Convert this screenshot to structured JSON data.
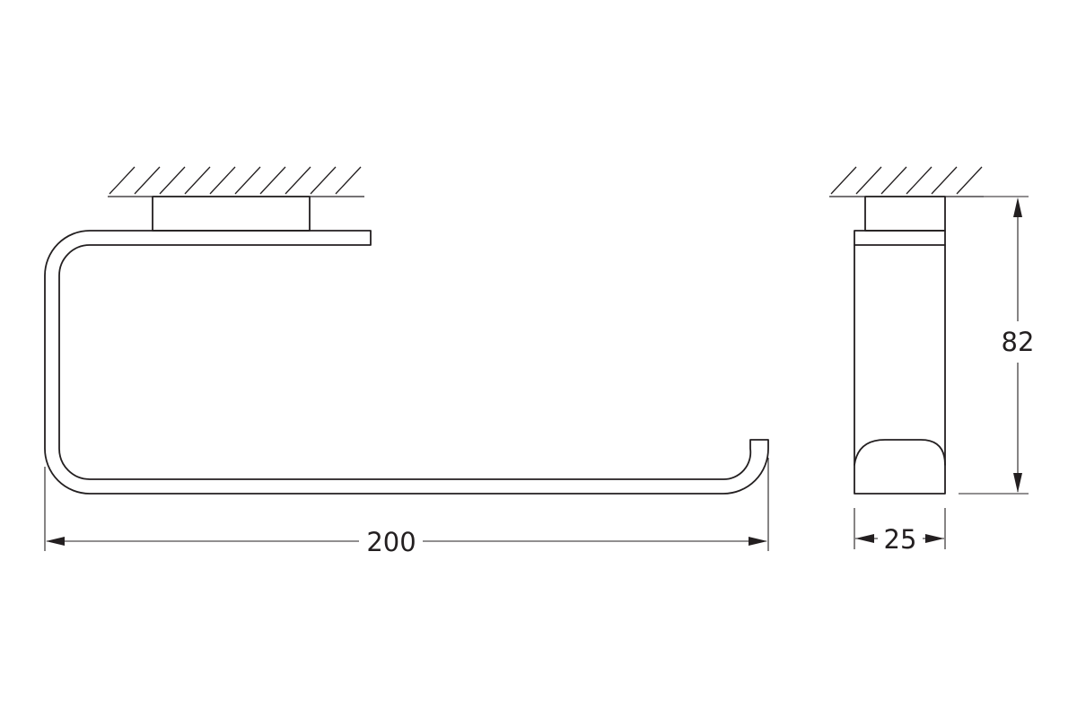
{
  "dimensions": {
    "width": {
      "value": "200"
    },
    "depth": {
      "value": "25"
    },
    "height": {
      "value": "82"
    }
  }
}
